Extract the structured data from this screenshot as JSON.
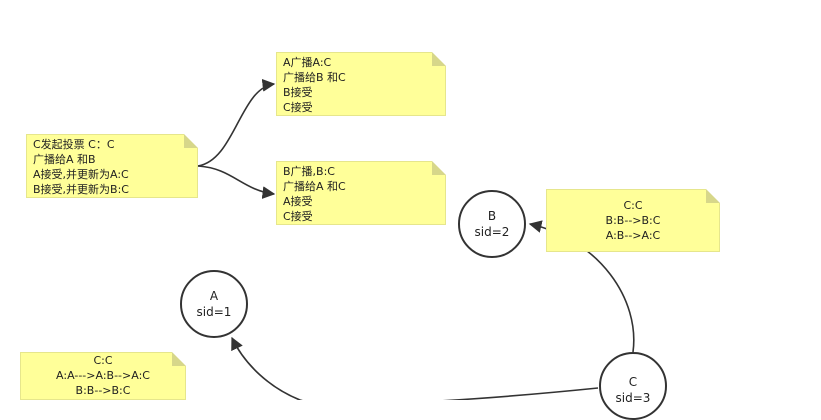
{
  "notes": {
    "c_start": {
      "lines": [
        "C发起投票 C：C",
        "广播给A 和B",
        "A接受,并更新为A:C",
        "B接受,并更新为B:C"
      ]
    },
    "a_broadcast": {
      "lines": [
        "A广播A:C",
        "广播给B 和C",
        "B接受",
        "C接受"
      ]
    },
    "b_broadcast": {
      "lines": [
        "B广播,B:C",
        "广播给A 和C",
        "A接受",
        "C接受"
      ]
    },
    "b_state": {
      "lines": [
        "C:C",
        "B:B-->B:C",
        "A:B-->A:C"
      ]
    },
    "a_state": {
      "lines": [
        "C:C",
        "A:A--->A:B-->A:C",
        "B:B-->B:C"
      ]
    }
  },
  "nodes": {
    "a": {
      "name": "A",
      "sid": "sid=1"
    },
    "b": {
      "name": "B",
      "sid": "sid=2"
    },
    "c": {
      "name": "C",
      "sid": "sid=3"
    }
  },
  "colors": {
    "note_fill": "#ffff99",
    "note_fold": "#d7d78a",
    "stroke": "#333333"
  }
}
